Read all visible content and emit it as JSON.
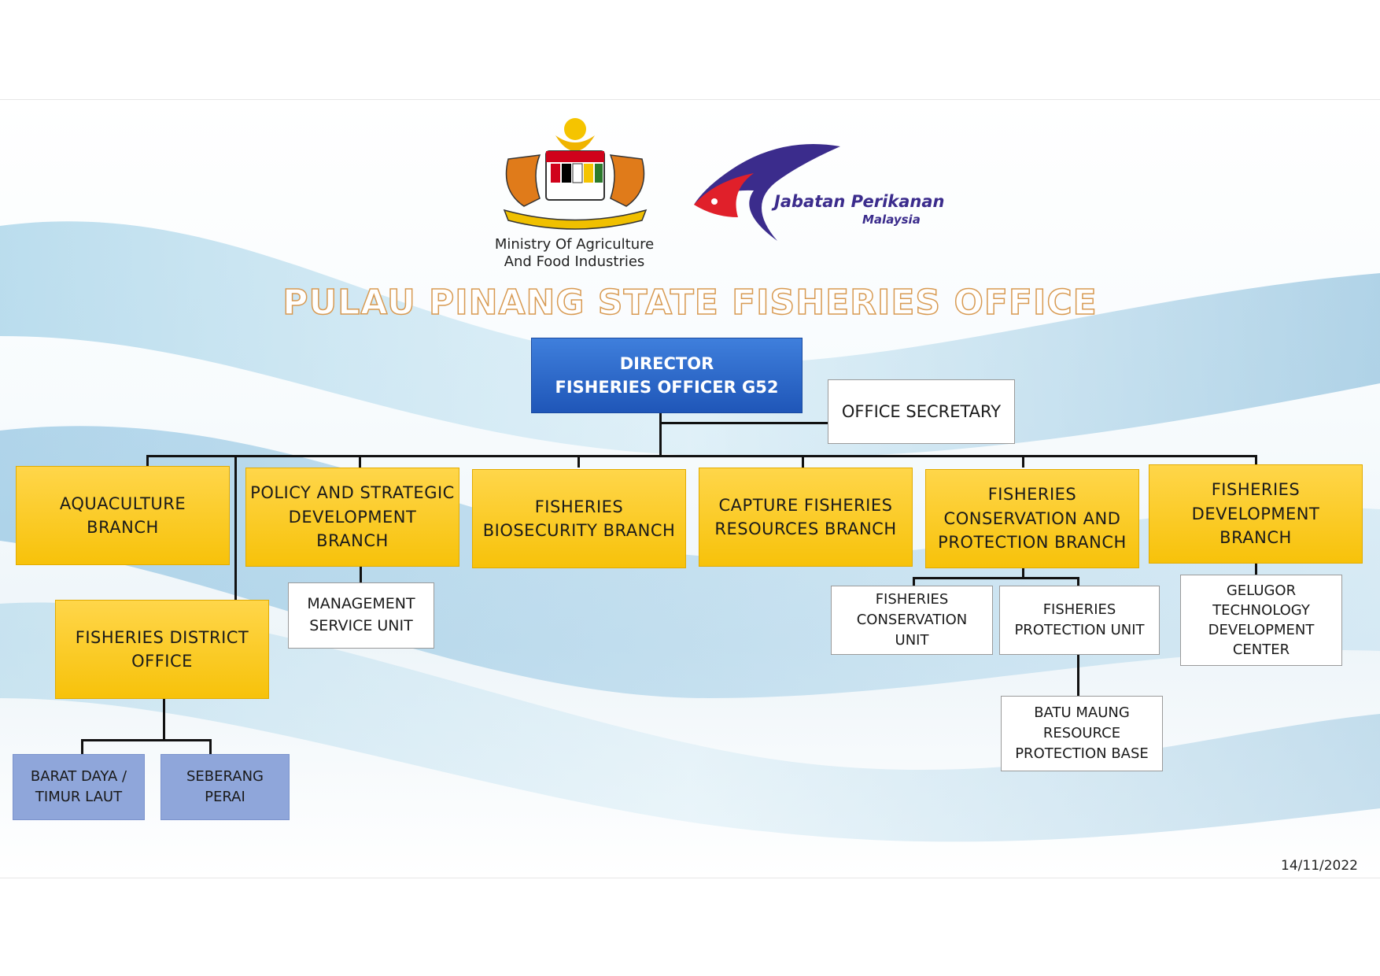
{
  "header": {
    "ministry_line1": "Ministry Of Agriculture",
    "ministry_line2": "And Food Industries",
    "dept_name": "Jabatan Perikanan",
    "dept_country": "Malaysia",
    "title": "PULAU PINANG STATE FISHERIES OFFICE"
  },
  "director": {
    "line1": "DIRECTOR",
    "line2": "FISHERIES OFFICER G52"
  },
  "secretary": "OFFICE SECRETARY",
  "branches": {
    "aquaculture": {
      "line1": "AQUACULTURE",
      "line2": "BRANCH"
    },
    "policy": {
      "line1": "POLICY AND STRATEGIC",
      "line2": "DEVELOPMENT",
      "line3": "BRANCH"
    },
    "biosecurity": {
      "line1": "FISHERIES",
      "line2": "BIOSECURITY BRANCH"
    },
    "capture": {
      "line1": "CAPTURE FISHERIES",
      "line2": "RESOURCES BRANCH"
    },
    "conservation": {
      "line1": "FISHERIES",
      "line2": "CONSERVATION AND",
      "line3": "PROTECTION BRANCH"
    },
    "development": {
      "line1": "FISHERIES",
      "line2": "DEVELOPMENT",
      "line3": "BRANCH"
    }
  },
  "units": {
    "district_office": {
      "line1": "FISHERIES DISTRICT",
      "line2": "OFFICE"
    },
    "barat_daya": {
      "line1": "BARAT DAYA /",
      "line2": "TIMUR LAUT"
    },
    "seberang_perai": {
      "line1": "SEBERANG",
      "line2": "PERAI"
    },
    "management": {
      "line1": "MANAGEMENT",
      "line2": "SERVICE UNIT"
    },
    "conservation_unit": {
      "line1": "FISHERIES",
      "line2": "CONSERVATION",
      "line3": "UNIT"
    },
    "protection_unit": {
      "line1": "FISHERIES",
      "line2": "PROTECTION UNIT"
    },
    "batu_maung": {
      "line1": "BATU MAUNG",
      "line2": "RESOURCE",
      "line3": "PROTECTION BASE"
    },
    "gelugor": {
      "line1": "GELUGOR",
      "line2": "TECHNOLOGY",
      "line3": "DEVELOPMENT",
      "line4": "CENTER"
    }
  },
  "footer": {
    "date": "14/11/2022"
  },
  "colors": {
    "branch_fill": "#f7c20a",
    "director_fill": "#2f6bd0",
    "district_sub_fill": "#8fa6da",
    "title_outline": "#d89a52"
  }
}
